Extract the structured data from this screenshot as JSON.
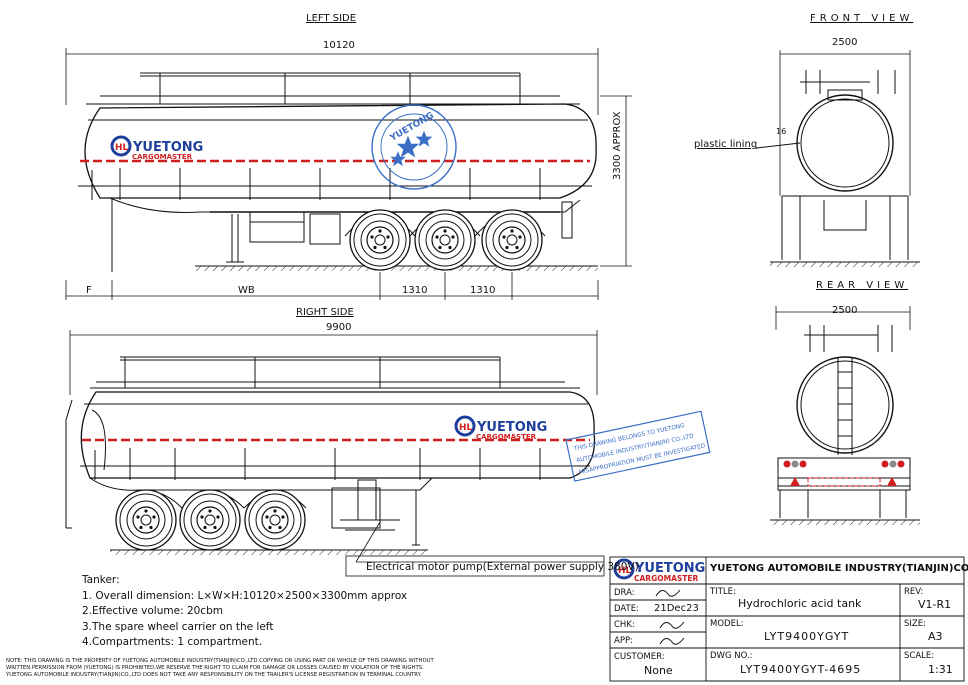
{
  "views": {
    "left": "LEFT SIDE",
    "right": "RIGHT SIDE",
    "front": "FRONT  VIEW",
    "rear": "REAR  VIEW"
  },
  "dims": {
    "left_length": "10120",
    "right_length": "9900",
    "height": "3300 APPROX",
    "front_width": "2500",
    "rear_width": "2500",
    "f": "F",
    "wb": "WB",
    "axle1": "1310",
    "axle2": "1310",
    "lining_thickness": "16"
  },
  "callouts": {
    "plastic_lining": "plastic lining",
    "motor_pump": "Electrical motor pump(External power supply 380V)"
  },
  "brand": {
    "name": "YUETONG",
    "sub": "CARGOMASTER",
    "mark": "HL",
    "brand_blue": "#1f3f9c",
    "brand_red": "#d01f1f"
  },
  "stamp": {
    "lines": [
      "THIS DRAWING BELONGS TO YUETONG",
      "AUTOMOBILE INDUSTRY(TIANJIN) CO.,LTD",
      "MISAPPROPRIATION MUST BE INVESTIGATED"
    ],
    "color": "#3b6fc7"
  },
  "notes": {
    "title": "Tanker:",
    "items": [
      "1. Overall dimension: L×W×H:10120×2500×3300mm approx",
      "2.Effective volume: 20cbm",
      "3.The spare wheel carrier on the left",
      "4.Compartments: 1 compartment."
    ]
  },
  "legal": [
    "NOTE: THIS DRAWING IS THE PROPERTY OF YUETONG AUTOMOBILE INDUSTRY(TIANJIN)CO.,LTD.COPYING OR USING PART OR WHOLE OF THIS DRAWING WITHOUT",
    "WRITTEN PERMISSION FROM (YUETONG) IS PROHIBITED,WE RESERVE THE RIGHT TO CLAIM FOR DAMAGE OR LOSSES CAUSED BY VIOLATION OF THE RIGHTS.",
    "YUETONG AUTOMOBILE INDUSTRY(TIANJIN)CO.,LTD DOES NOT TAKE ANY RESPONSIBILITY ON THE TRAILER'S LICENSE REGISTRATION IN TERMINAL COUNTRY."
  ],
  "title_block": {
    "company": "YUETONG AUTOMOBILE INDUSTRY(TIANJIN)CO.,LTD",
    "dra_label": "DRA:",
    "date_label": "DATE:",
    "date_value": "21Dec23",
    "chk_label": "CHK:",
    "app_label": "APP:",
    "title_label": "TITLE:",
    "title_value": "Hydrochloric acid tank",
    "rev_label": "REV:",
    "rev_value": "V1-R1",
    "model_label": "MODEL:",
    "model_value": "LYT9400YGYT",
    "size_label": "SIZE:",
    "size_value": "A3",
    "customer_label": "CUSTOMER:",
    "customer_value": "None",
    "dwg_label": "DWG NO.:",
    "dwg_value": "LYT9400YGYT-4695",
    "scale_label": "SCALE:",
    "scale_value": "1:31"
  }
}
